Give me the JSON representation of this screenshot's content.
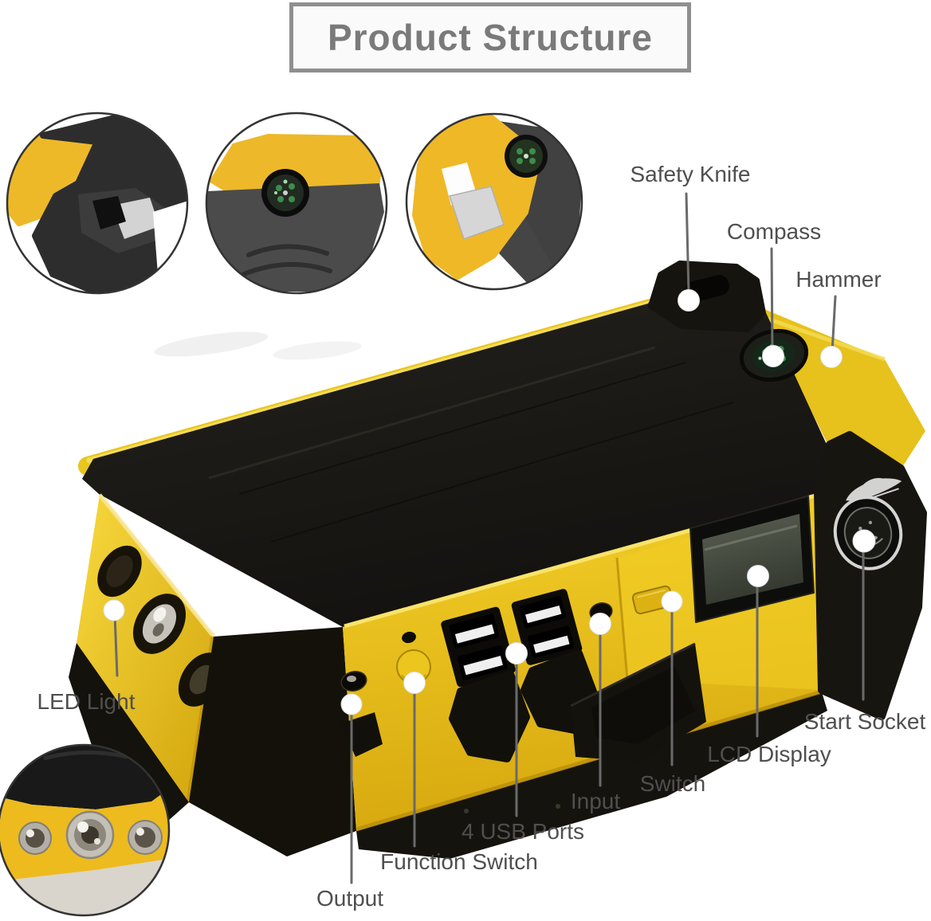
{
  "title": "Product Structure",
  "callouts": [
    {
      "id": "safety-knife",
      "label": "Safety Knife"
    },
    {
      "id": "compass",
      "label": "Compass"
    },
    {
      "id": "hammer",
      "label": "Hammer"
    },
    {
      "id": "led-light",
      "label": "LED Light"
    },
    {
      "id": "output",
      "label": "Output"
    },
    {
      "id": "function-switch",
      "label": "Function Switch"
    },
    {
      "id": "usb-ports",
      "label": "4 USB Ports"
    },
    {
      "id": "input",
      "label": "Input"
    },
    {
      "id": "switch",
      "label": "Switch"
    },
    {
      "id": "lcd-display",
      "label": "LCD Display"
    },
    {
      "id": "start-socket",
      "label": "Start Socket"
    }
  ],
  "insets": {
    "top": [
      "safety-knife-closeup",
      "compass-closeup",
      "hammer-corner-closeup"
    ],
    "bottom": [
      "led-light-closeup"
    ]
  },
  "colors": {
    "device_yellow": "#EFC71F",
    "device_black": "#1B1914",
    "label_text": "#4F4F4F",
    "title_text": "#7A7A7A",
    "title_border": "#8F8F8F",
    "callout_line": "#6A6A6A",
    "compass_green": "#3E8C4B"
  }
}
